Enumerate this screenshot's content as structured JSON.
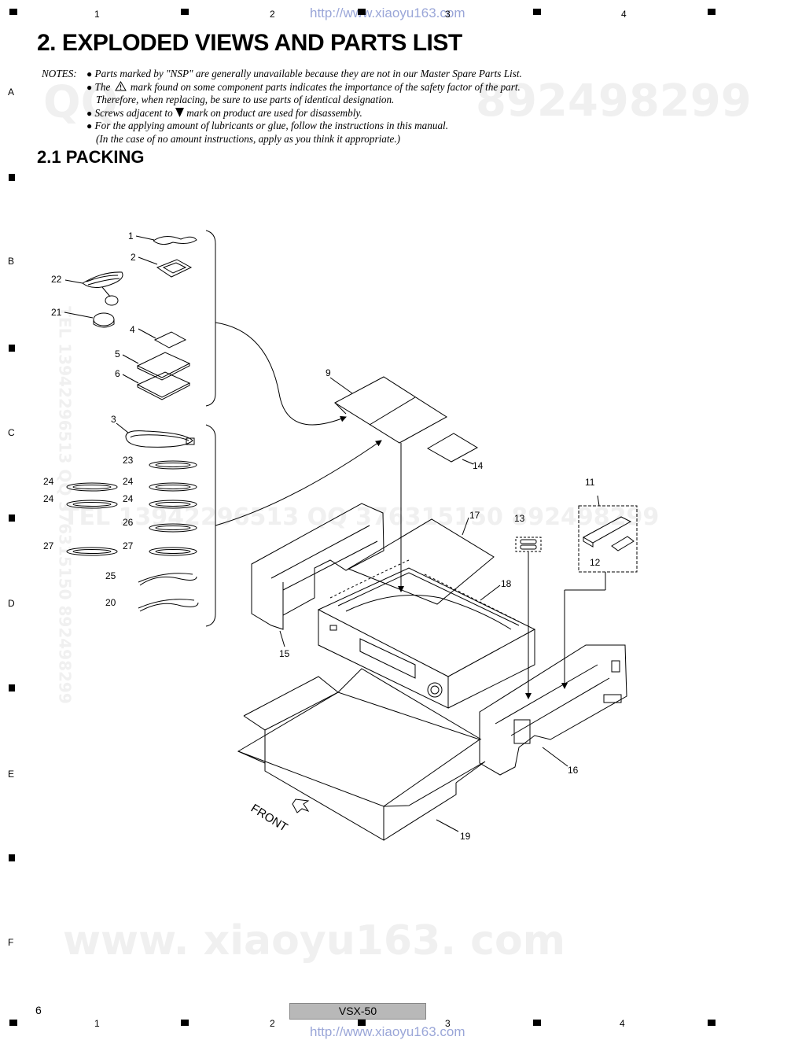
{
  "header": {
    "url": "http://www.xiaoyu163.com",
    "columns": [
      "1",
      "2",
      "3",
      "4"
    ],
    "rows": [
      "A",
      "B",
      "C",
      "D",
      "E",
      "F"
    ]
  },
  "title": "2. EXPLODED VIEWS AND PARTS LIST",
  "notes": {
    "label": "NOTES:",
    "items": [
      {
        "text": "Parts marked by \"NSP\" are generally unavailable because they are not in our Master Spare Parts List."
      },
      {
        "text_before": "The",
        "text_after": "mark found on some component parts indicates the importance of the safety factor of the part."
      },
      {
        "text": "Therefore, when replacing, be sure to use parts of identical designation."
      },
      {
        "text_before": "Screws adjacent to",
        "text_after": "mark on product are used for disassembly."
      },
      {
        "text": "For the applying amount of lubricants or glue, follow the instructions in this manual."
      },
      {
        "text": "(In the case of no amount instructions, apply as you think it appropriate.)"
      }
    ]
  },
  "section": "2.1  PACKING",
  "watermarks": {
    "top_left": "QQ",
    "top_right": "892498299",
    "middle": "TEL  13942296513     QQ  376315150  892498299",
    "bottom": "www. xiaoyu163. com",
    "vertical": "TEL 13942296513  QQ 376315150  892498299"
  },
  "diagram": {
    "front_label": "FRONT",
    "part_labels": [
      "1",
      "2",
      "3",
      "4",
      "5",
      "6",
      "9",
      "11",
      "12",
      "13",
      "14",
      "15",
      "16",
      "17",
      "18",
      "19",
      "20",
      "21",
      "22",
      "23",
      "24",
      "24",
      "24",
      "24",
      "25",
      "26",
      "27",
      "27"
    ]
  },
  "footer": {
    "page_number": "6",
    "model": "VSX-50",
    "url": "http://www.xiaoyu163.com"
  }
}
